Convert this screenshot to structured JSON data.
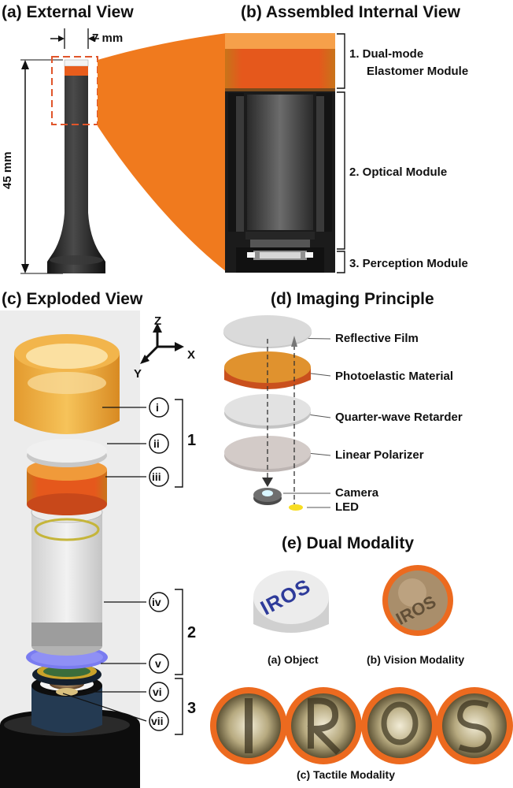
{
  "panels": {
    "a": {
      "title": "(a) External View",
      "width_label": "7 mm",
      "height_label": "45 mm"
    },
    "b": {
      "title": "(b) Assembled Internal View",
      "modules": [
        {
          "line1": "1. Dual-mode",
          "line2": "Elastomer Module"
        },
        {
          "line1": "2. Optical Module"
        },
        {
          "line1": "3. Perception Module"
        }
      ]
    },
    "c": {
      "title": "(c) Exploded View",
      "axes": {
        "z": "Z",
        "x": "X",
        "y": "Y"
      },
      "parts": [
        "i",
        "ii",
        "iii",
        "iv",
        "v",
        "vi",
        "vii"
      ],
      "groups": [
        "1",
        "2",
        "3"
      ]
    },
    "d": {
      "title": "(d) Imaging Principle",
      "layers": [
        "Reflective Film",
        "Photoelastic Material",
        "Quarter-wave Retarder",
        "Linear Polarizer",
        "Camera",
        "LED"
      ]
    },
    "e": {
      "title": "(e) Dual Modality",
      "object_text": "IROS",
      "captions": [
        "(a) Object",
        "(b) Vision Modality",
        "(c) Tactile Modality"
      ]
    }
  },
  "colors": {
    "orange": "#f07a1e",
    "orange_dark": "#d5531b",
    "sensor_black": "#2b2b2b",
    "glass": "#dcdcdc",
    "blue_filter": "#7a7cf0",
    "text_blue": "#2e3b9a",
    "led_yellow": "#f7dd22"
  }
}
